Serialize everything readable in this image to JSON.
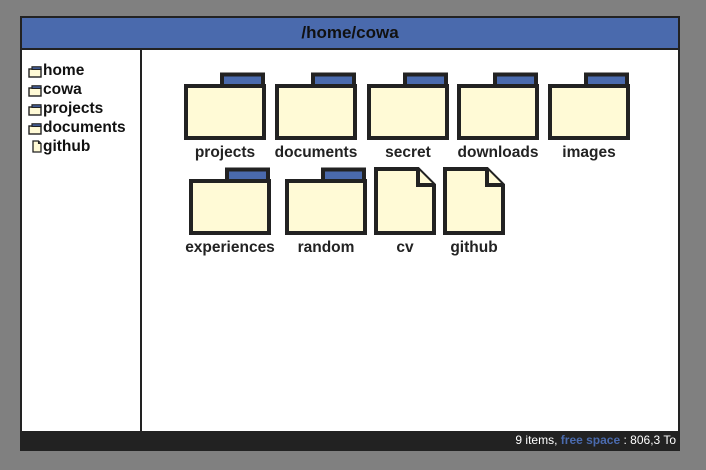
{
  "window": {
    "title": "/home/cowa"
  },
  "colors": {
    "accent": "#4a6aad",
    "folder_fill": "#fffad6",
    "stroke": "#222222",
    "background": "#808080"
  },
  "sidebar": {
    "items": [
      {
        "label": "home",
        "icon": "folder-icon"
      },
      {
        "label": "cowa",
        "icon": "folder-icon"
      },
      {
        "label": "projects",
        "icon": "folder-icon"
      },
      {
        "label": "documents",
        "icon": "folder-icon"
      },
      {
        "label": "github",
        "icon": "file-icon"
      }
    ]
  },
  "main": {
    "items": [
      {
        "label": "projects",
        "icon": "folder-icon"
      },
      {
        "label": "documents",
        "icon": "folder-icon"
      },
      {
        "label": "secret",
        "icon": "folder-icon"
      },
      {
        "label": "downloads",
        "icon": "folder-icon"
      },
      {
        "label": "images",
        "icon": "folder-icon"
      },
      {
        "label": "experiences",
        "icon": "folder-icon"
      },
      {
        "label": "random",
        "icon": "folder-icon"
      },
      {
        "label": "cv",
        "icon": "file-icon"
      },
      {
        "label": "github",
        "icon": "file-icon"
      }
    ]
  },
  "status": {
    "items_count": "9 items,",
    "free_label": "free space",
    "free_value": ": 806,3 To"
  }
}
